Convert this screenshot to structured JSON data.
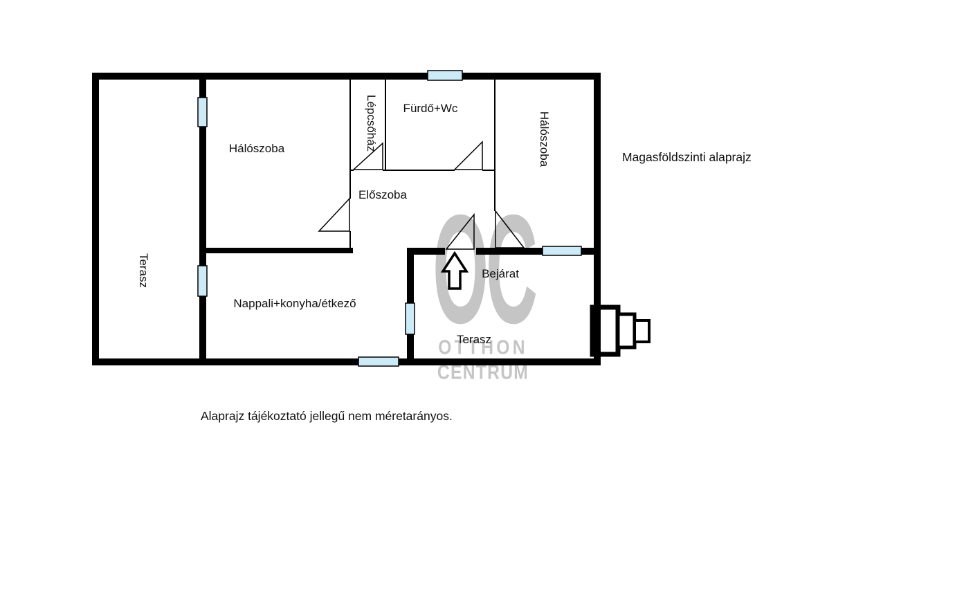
{
  "page": {
    "title": "Magasföldszinti alaprajz",
    "disclaimer": "Alaprajz tájékoztató jellegű nem méretarányos.",
    "background": "#ffffff"
  },
  "watermark": {
    "monogram": "OC",
    "line1": "OTTHON",
    "line2": "CENTRUM",
    "color": "#c5c5c5"
  },
  "icons": {
    "entrance_arrow": "block-arrow-up"
  },
  "floorplan": {
    "wall_color": "#000000",
    "window_color": "#cdeaf7",
    "rooms": [
      {
        "id": "terasz-left",
        "label": "Terasz",
        "orientation": "vertical"
      },
      {
        "id": "haloszoba-left",
        "label": "Hálószoba",
        "orientation": "horizontal"
      },
      {
        "id": "lepcsohaz",
        "label": "Lépcsőház",
        "orientation": "vertical"
      },
      {
        "id": "furdo-wc",
        "label": "Fürdő+Wc",
        "orientation": "horizontal"
      },
      {
        "id": "haloszoba-right",
        "label": "Hálószoba",
        "orientation": "vertical"
      },
      {
        "id": "eloszoba",
        "label": "Előszoba",
        "orientation": "horizontal"
      },
      {
        "id": "nappali",
        "label": "Nappali+konyha/étkező",
        "orientation": "horizontal"
      },
      {
        "id": "bejarat",
        "label": "Bejárat",
        "orientation": "horizontal"
      },
      {
        "id": "terasz-bottom",
        "label": "Terasz",
        "orientation": "horizontal"
      }
    ]
  }
}
